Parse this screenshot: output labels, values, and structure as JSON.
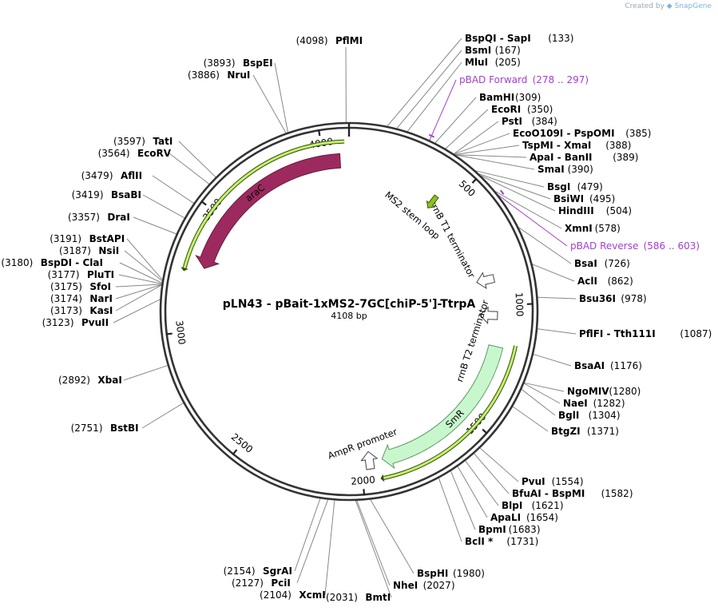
{
  "credit": {
    "created_by": "Created by",
    "brand": "SnapGene"
  },
  "plasmid": {
    "name": "pLN43 - pBait-1xMS2-7GC[chiP-5']-TtrpA",
    "length_label": "4108 bp",
    "length": 4108
  },
  "ticks": [
    {
      "pos": 500,
      "label": "500"
    },
    {
      "pos": 1000,
      "label": "1000"
    },
    {
      "pos": 1500,
      "label": "1500"
    },
    {
      "pos": 2000,
      "label": "2000"
    },
    {
      "pos": 2500,
      "label": "2500"
    },
    {
      "pos": 3000,
      "label": "3000"
    },
    {
      "pos": 3500,
      "label": "3500"
    },
    {
      "pos": 4000,
      "label": "4000"
    }
  ],
  "features": [
    {
      "name": "araC",
      "type": "CDS",
      "direction": "reverse",
      "start": 3270,
      "end": 4070,
      "color": "#9c2a5e",
      "label_color": "#ffffff"
    },
    {
      "name": "SmR",
      "type": "CDS",
      "direction": "forward",
      "start": 1180,
      "end": 1910,
      "color": "#c9f7cd",
      "label_color": "#000000"
    },
    {
      "name": "AmpR promoter",
      "type": "promoter",
      "direction": "forward",
      "start": 1930,
      "end": 2000,
      "color": "#ffffff",
      "label_color": "#000000"
    },
    {
      "name": "rrnB T2 terminator",
      "type": "terminator",
      "direction": "forward",
      "start": 1030,
      "end": 1060,
      "color": "#ffffff",
      "label_color": "#000000"
    },
    {
      "name": "rrnB T1 terminator",
      "type": "terminator",
      "direction": "forward",
      "start": 860,
      "end": 900,
      "color": "#ffffff",
      "label_color": "#000000"
    },
    {
      "name": "MS2 stem loop",
      "type": "misc",
      "direction": "forward",
      "start": 410,
      "end": 440,
      "color": "#8ec21f",
      "label_color": "#000000"
    }
  ],
  "orfs": [
    {
      "start": 3250,
      "end": 4090,
      "direction": "reverse"
    },
    {
      "start": 1160,
      "end": 1920,
      "direction": "forward"
    }
  ],
  "primers": [
    {
      "name": "pBAD Forward",
      "range": "(278 .. 297)",
      "start": 278,
      "end": 297,
      "color": "#a43fcf"
    },
    {
      "name": "pBAD Reverse",
      "range": "(586 .. 603)",
      "start": 586,
      "end": 603,
      "color": "#a43fcf"
    }
  ],
  "sites": [
    {
      "name": "PflMI",
      "pos": "(4098)",
      "bp": 4098
    },
    {
      "name": "BspQI",
      "name2": "SapI",
      "pos": "(133)",
      "bp": 133
    },
    {
      "name": "BsmI",
      "pos": "(167)",
      "bp": 167
    },
    {
      "name": "MluI",
      "pos": "(205)",
      "bp": 205
    },
    {
      "name": "BamHI",
      "pos": "(309)",
      "bp": 309
    },
    {
      "name": "EcoRI",
      "pos": "(350)",
      "bp": 350
    },
    {
      "name": "PstI",
      "pos": "(384)",
      "bp": 384
    },
    {
      "name": "EcoO109I",
      "name2": "PspOMI",
      "pos": "(385)",
      "bp": 385
    },
    {
      "name": "TspMI",
      "name2": "XmaI",
      "pos": "(388)",
      "bp": 388
    },
    {
      "name": "ApaI",
      "name2": "BanII",
      "pos": "(389)",
      "bp": 389
    },
    {
      "name": "SmaI",
      "pos": "(390)",
      "bp": 390
    },
    {
      "name": "BsgI",
      "pos": "(479)",
      "bp": 479
    },
    {
      "name": "BsiWI",
      "pos": "(495)",
      "bp": 495
    },
    {
      "name": "HindIII",
      "pos": "(504)",
      "bp": 504
    },
    {
      "name": "XmnI",
      "pos": "(578)",
      "bp": 578
    },
    {
      "name": "BsaI",
      "pos": "(726)",
      "bp": 726
    },
    {
      "name": "AclI",
      "pos": "(862)",
      "bp": 862
    },
    {
      "name": "Bsu36I",
      "pos": "(978)",
      "bp": 978
    },
    {
      "name": "PflFI",
      "name2": "Tth111I",
      "pos": "(1087)",
      "bp": 1087
    },
    {
      "name": "BsaAI",
      "pos": "(1176)",
      "bp": 1176
    },
    {
      "name": "NgoMIV",
      "pos": "(1280)",
      "bp": 1280
    },
    {
      "name": "NaeI",
      "pos": "(1282)",
      "bp": 1282
    },
    {
      "name": "BglI",
      "pos": "(1304)",
      "bp": 1304
    },
    {
      "name": "BtgZI",
      "pos": "(1371)",
      "bp": 1371
    },
    {
      "name": "PvuI",
      "pos": "(1554)",
      "bp": 1554
    },
    {
      "name": "BfuAI",
      "name2": "BspMI",
      "pos": "(1582)",
      "bp": 1582
    },
    {
      "name": "BlpI",
      "pos": "(1621)",
      "bp": 1621
    },
    {
      "name": "ApaLI",
      "pos": "(1654)",
      "bp": 1654
    },
    {
      "name": "BpmI",
      "pos": "(1683)",
      "bp": 1683
    },
    {
      "name": "BclI *",
      "pos": "(1731)",
      "bp": 1731
    },
    {
      "name": "BspHI",
      "pos": "(1980)",
      "bp": 1980
    },
    {
      "name": "NheI",
      "pos": "(2027)",
      "bp": 2027
    },
    {
      "name": "BmtI",
      "pos": "(2031)",
      "bp": 2031
    },
    {
      "name": "XcmI",
      "pos": "(2104)",
      "bp": 2104
    },
    {
      "name": "PciI",
      "pos": "(2127)",
      "bp": 2127
    },
    {
      "name": "SgrAI",
      "pos": "(2154)",
      "bp": 2154
    },
    {
      "name": "BstBI",
      "pos": "(2751)",
      "bp": 2751
    },
    {
      "name": "XbaI",
      "pos": "(2892)",
      "bp": 2892
    },
    {
      "name": "PvuII",
      "pos": "(3123)",
      "bp": 3123
    },
    {
      "name": "KasI",
      "pos": "(3173)",
      "bp": 3173
    },
    {
      "name": "NarI",
      "pos": "(3174)",
      "bp": 3174
    },
    {
      "name": "SfoI",
      "pos": "(3175)",
      "bp": 3175
    },
    {
      "name": "PluTI",
      "pos": "(3177)",
      "bp": 3177
    },
    {
      "name": "BspDI",
      "name2": "ClaI",
      "pos": "(3180)",
      "bp": 3180
    },
    {
      "name": "NsiI",
      "pos": "(3187)",
      "bp": 3187
    },
    {
      "name": "BstAPI",
      "pos": "(3191)",
      "bp": 3191
    },
    {
      "name": "DraI",
      "pos": "(3357)",
      "bp": 3357
    },
    {
      "name": "BsaBI",
      "pos": "(3419)",
      "bp": 3419
    },
    {
      "name": "AflII",
      "pos": "(3479)",
      "bp": 3479
    },
    {
      "name": "EcoRV",
      "pos": "(3564)",
      "bp": 3564
    },
    {
      "name": "TatI",
      "pos": "(3597)",
      "bp": 3597
    },
    {
      "name": "NruI",
      "pos": "(3886)",
      "bp": 3886
    },
    {
      "name": "BspEI",
      "pos": "(3893)",
      "bp": 3893
    }
  ]
}
